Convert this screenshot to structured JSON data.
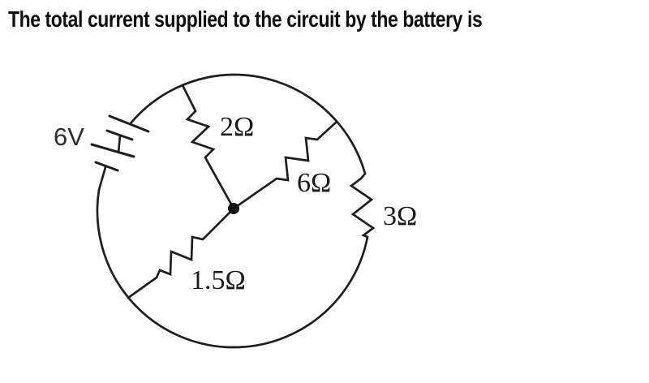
{
  "question": {
    "text": "The total current supplied to the circuit by the battery is"
  },
  "diagram": {
    "battery": {
      "label": "6V"
    },
    "resistors": {
      "top": {
        "label": "2Ω"
      },
      "middle": {
        "label": "6Ω"
      },
      "right": {
        "label": "3Ω"
      },
      "bottom_left": {
        "label": "1.5Ω"
      }
    },
    "colors": {
      "line": "#1e1e1e",
      "label_text": "#1a1a1a",
      "title_text": "#0d0d0d",
      "background": "#ffffff"
    }
  }
}
